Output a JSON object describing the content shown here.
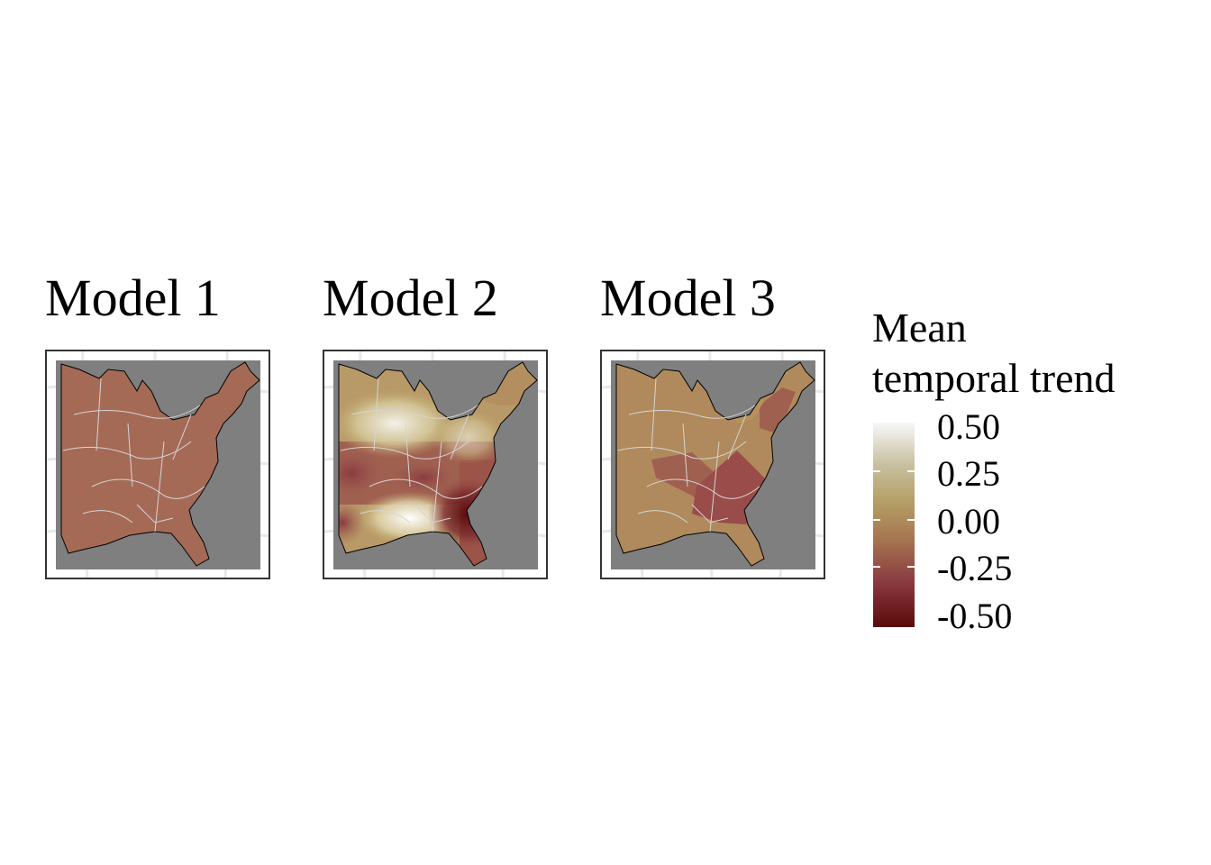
{
  "panels": [
    {
      "title": "Model 1",
      "scenario": "model1"
    },
    {
      "title": "Model 2",
      "scenario": "model2"
    },
    {
      "title": "Model 3",
      "scenario": "model3"
    }
  ],
  "legend": {
    "title_line1": "Mean",
    "title_line2": "temporal trend",
    "ticks": [
      "0.50",
      "0.25",
      "0.00",
      "-0.25",
      "-0.50"
    ],
    "range": [
      -0.5,
      0.5
    ]
  },
  "colors": {
    "background_water": "#7f7f7f",
    "region_borders": "#cfcfcf",
    "coastline": "#000000",
    "scale_high": "#f8f8f8",
    "scale_mid_high": "#b5a066",
    "scale_zero": "#a5734f",
    "scale_mid_low": "#8a3a40",
    "scale_low": "#5a0a0a"
  }
}
